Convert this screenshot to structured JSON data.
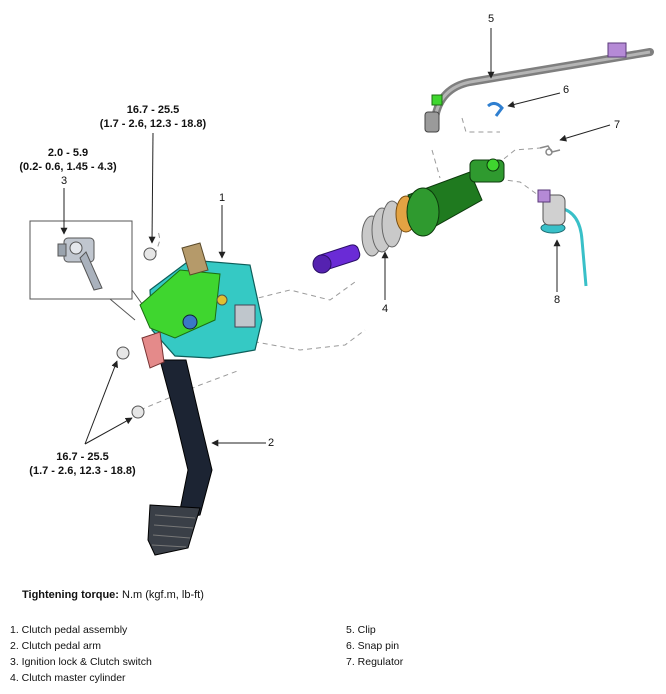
{
  "callouts": {
    "torque_top": {
      "value": "16.7 - 25.5",
      "sub": "(1.7 - 2.6, 12.3 - 18.8)"
    },
    "torque_switch": {
      "value": "2.0 - 5.9",
      "sub": "(0.2- 0.6, 1.45 - 4.3)"
    },
    "torque_bottom": {
      "value": "16.7 - 25.5",
      "sub": "(1.7 - 2.6, 12.3 - 18.8)"
    }
  },
  "part_numbers": [
    "1",
    "2",
    "3",
    "4",
    "5",
    "6",
    "7",
    "8"
  ],
  "tightening": {
    "label": "Tightening torque:",
    "units": " N.m (kgf.m, lb-ft)"
  },
  "legend_left": [
    "1. Clutch pedal assembly",
    "2. Clutch pedal arm",
    "3. Ignition lock & Clutch switch",
    "4. Clutch master cylinder"
  ],
  "legend_right": [
    "5. Clip",
    "6. Snap pin",
    "7. Regulator"
  ],
  "colors": {
    "bracket": "#35c9c4",
    "pedal_arm": "#1c2433",
    "green_part": "#3fd62f",
    "cylinder": "#1f7a1f",
    "boot": "#c9c9c9",
    "push_rod": "#6a2bd6",
    "line_pipe": "#8c8c8c",
    "clip": "#b58ad6",
    "reservoir": "#39c0c8"
  }
}
